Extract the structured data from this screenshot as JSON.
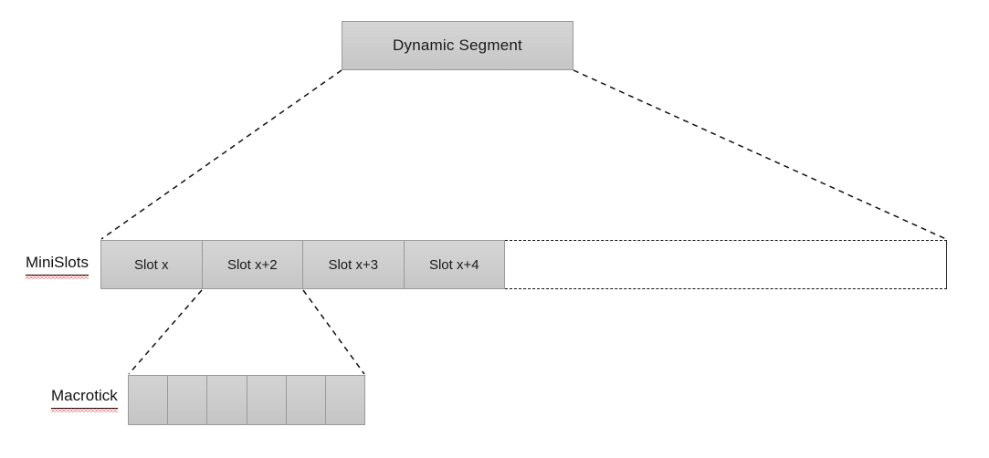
{
  "diagram": {
    "title_box": {
      "label": "Dynamic Segment"
    },
    "rows": [
      {
        "name": "minislots-row",
        "label": "MiniSlots",
        "label_misspelled": true,
        "cells": [
          {
            "label": "Slot x"
          },
          {
            "label": "Slot x+2"
          },
          {
            "label": "Slot x+3"
          },
          {
            "label": "Slot x+4"
          }
        ],
        "remainder": {
          "label": "",
          "style": "dashed-outline-empty"
        }
      },
      {
        "name": "macrotick-row",
        "label": "Macrotick",
        "label_misspelled": true,
        "cells": [
          {
            "label": ""
          },
          {
            "label": ""
          },
          {
            "label": ""
          },
          {
            "label": ""
          },
          {
            "label": ""
          },
          {
            "label": ""
          }
        ]
      }
    ],
    "connectors": [
      {
        "name": "dynamic-segment-to-minislots-left",
        "style": "dashed",
        "from": "dynamic-segment-bottom-left",
        "to": "minislot-strip-top-left"
      },
      {
        "name": "dynamic-segment-to-minislots-right",
        "style": "dashed",
        "from": "dynamic-segment-bottom-right",
        "to": "minislot-remainder-top-right"
      },
      {
        "name": "minislot-x2-to-macrotick-left",
        "style": "dashed",
        "from": "minislot-divider-1-bottom",
        "to": "macrotick-strip-top-left"
      },
      {
        "name": "minislot-x2-to-macrotick-right",
        "style": "dashed",
        "from": "minislot-divider-2-bottom",
        "to": "macrotick-strip-top-right"
      }
    ],
    "colors": {
      "box_fill_top": "#d5d5d5",
      "box_fill_bottom": "#c6c6c6",
      "box_border": "#9a9a9a",
      "connector_line": "#111111",
      "text": "#1a1a1a",
      "spellcheck_underline": "#ff2020",
      "background": "#ffffff"
    }
  }
}
